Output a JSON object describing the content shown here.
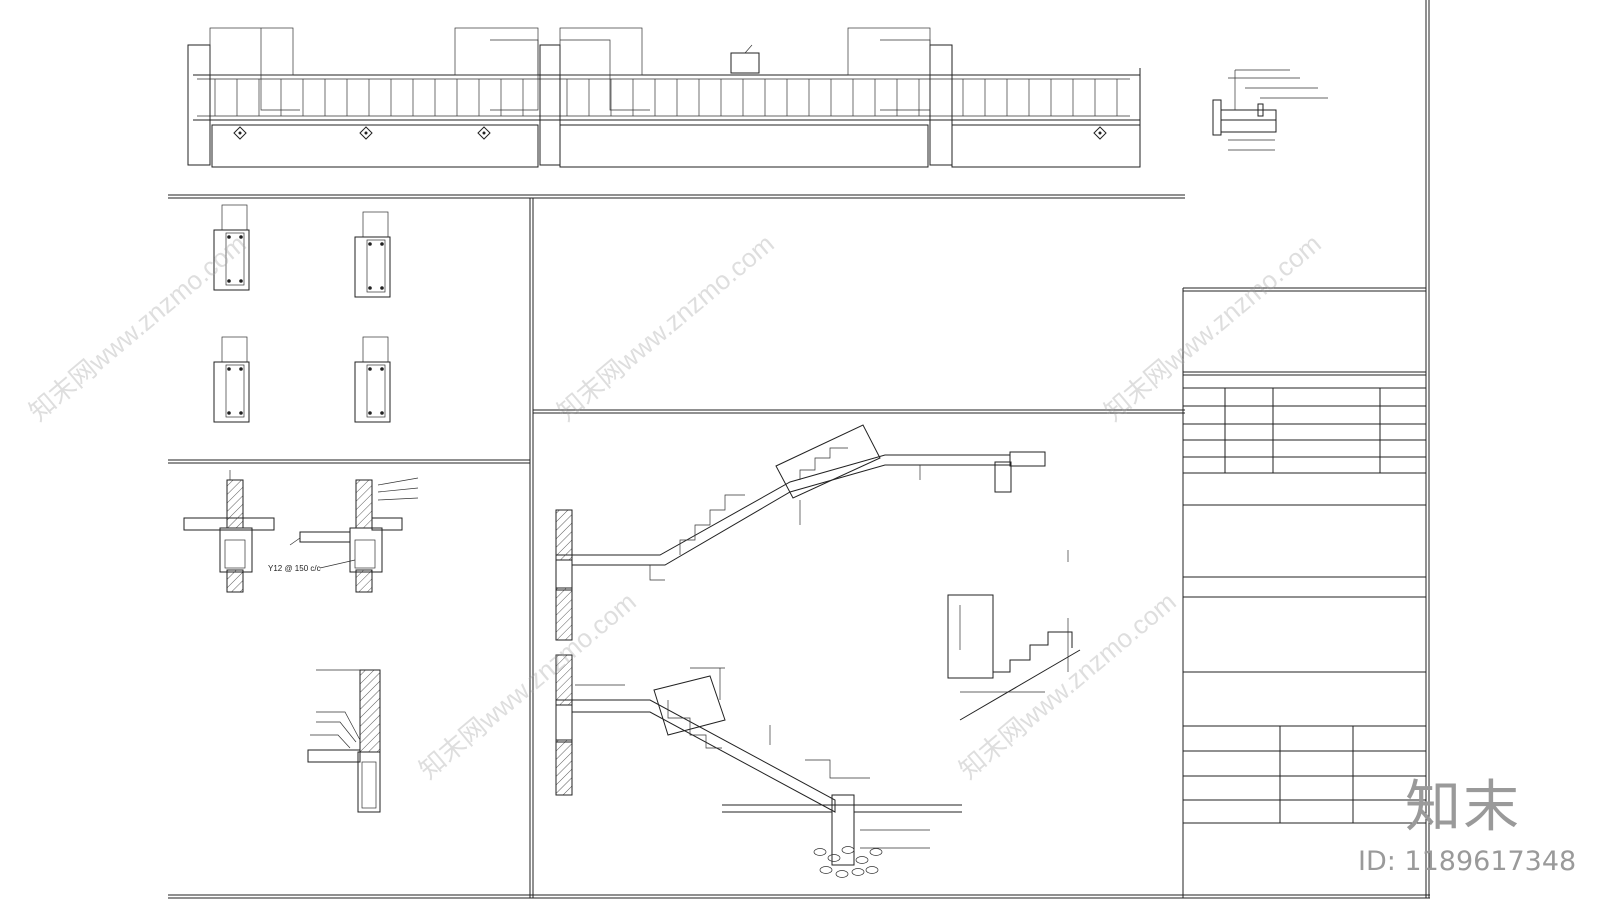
{
  "annotations": {
    "rebar_note": "Y12 @ 150 c/c"
  },
  "watermark": {
    "text": "知末网www.znzmo.com"
  },
  "branding": {
    "logo_text": "知末",
    "id_label": "ID: 1189617348"
  }
}
